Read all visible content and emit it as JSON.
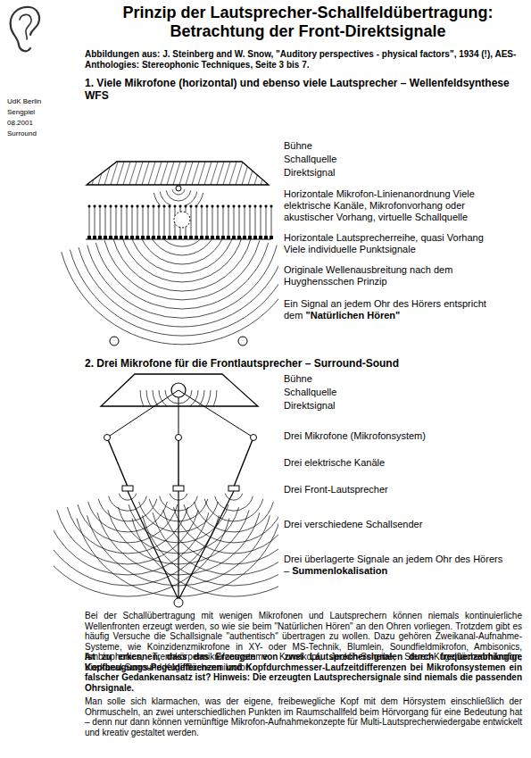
{
  "diagram": {
    "title": "Prinzip der Lautsprecher-Schallfeldübertragung: Betrachtung der Front-Direktsignale",
    "labels": [
      "Abbildungen aus:",
      "J. Steinberg and W. Snow, \"Auditory perspectives - physical factors\", 1934 (!), AES-Anthologies: Stereophonic Techniques, Seite 3 bis 7.",
      "UdK Berlin",
      "Sengpiel",
      "08.2001",
      "Surround",
      "1. Viele Mikrofone (horizontal) und ebenso viele Lautsprecher – Wellenfeldsynthese WFS",
      "Bühne",
      "Schallquelle",
      "Direktsignal",
      "Horizontale Mikrofon-Linienanordnung Viele elektrische Kanäle, Mikrofonvorhang oder akustischer Vorhang, virtuelle Schallquelle",
      "Horizontale Lautsprecherreihe, quasi Vorhang Viele individuelle Punktsignale",
      "Originale Wellenausbreitung nach dem Huyghensschen Prinzip",
      "Ein Signal an jedem Ohr des Hörers entspricht dem",
      "\"Natürlichen Hören\"",
      "2. Drei Mikrofone für die Frontlautsprecher – Surround-Sound",
      "Bühne",
      "Schallquelle",
      "Direktsignal",
      "Drei Mikrofone (Mikrofonsystem)",
      "Drei elektrische Kanäle",
      "Drei Front-Lautsprecher",
      "Drei verschiedene Schallsender",
      "Drei überlagerte Signale an jedem Ohr des Hörers –",
      "Summenlokalisation",
      "Bei der Schallübertragung mit wenigen Mikrofonen und Lautsprechern können niemals kontinuierliche Wellenfronten erzeugt werden, so wie sie beim \"Natürlichen Hören\" an den Ohren vorliegen. Trotzdem gibt es häufig Versuche die Schallsignale \"authentisch\" übertragen zu wollen. Dazu gehören Zweikanal-Aufnahme-Systeme, wie Koinzidenzmikrofone in XY- oder MS-Technik, Blumlein, Soundfieldmikrofon, Ambisonics, Ambiophonics, Trennkörpermikrofonsysteme: Kunstkopf, Jecklin-Scheibe, Stereo-Kugelflächenmikrofon, Vierkanal-Surround-Kugelflächenmikrofon.",
      "Ist zu erkennen, dass das Erzeugen von zwei Lautsprechersignalen durch frequenzabhängige Kopfbeugungs-Pegeldifferenzen und Kopfdurchmesser-Laufzeitdifferenzen bei Mikrofonsystemen ein falscher Gedankenansatz ist? Hinweis: Die erzeugten Lautsprechersignale sind niemals die passenden Ohrsignale.",
      "Man solle sich klarmachen, was der eigene, freibewegliche Kopf mit dem Hörsystem einschließlich der Ohrmuscheln, an zwei unterschiedlichen Punkten im Raumschallfeld beim Hörvorgang für eine Bedeutung hat – denn nur dann können vernünftige Mikrofon-Aufnahmekonzepte für Multi-Lautsprecherwiedergabe entwickelt und kreativ gestaltet werden."
    ]
  }
}
